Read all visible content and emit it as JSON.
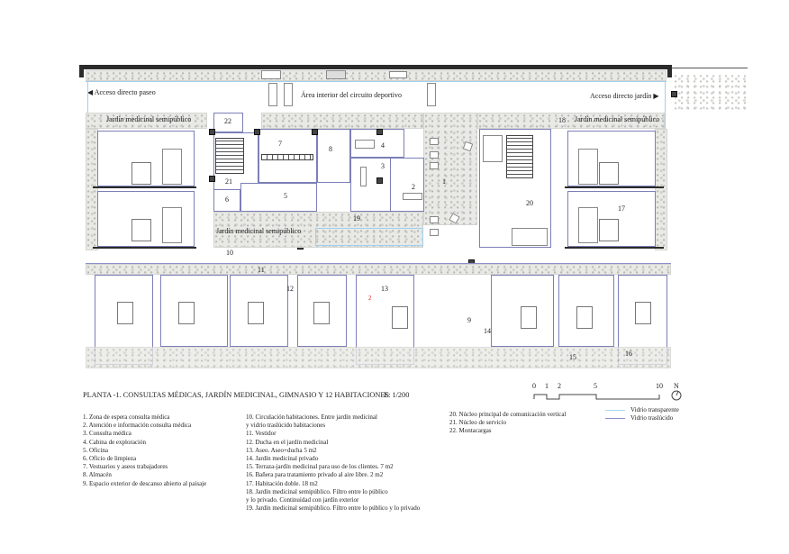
{
  "plan": {
    "areas": {
      "acceso_paseo": "Acceso directo paseo",
      "area_interior": "Área interior del circuito deportivo",
      "acceso_jardin": "Acceso directo jardín",
      "jardin_semipublico_1": "Jardín medicinal semipúblico",
      "jardin_semipublico_2": "Jardín medicinal semipúblico",
      "jardin_semipublico_3": "Jardín medicinal semipúblico"
    },
    "numbers": {
      "n1": "1",
      "n2": "2",
      "n3": "3",
      "n4": "4",
      "n5": "5",
      "n6": "6",
      "n7": "7",
      "n8": "8",
      "n9": "9",
      "n10": "10",
      "n11": "11",
      "n12": "12",
      "n13": "13",
      "n14": "14",
      "n15": "15",
      "n16": "16",
      "n17": "17",
      "n18": "18",
      "n19": "19",
      "n20": "20",
      "n21": "21",
      "n22": "22",
      "n2b": "2"
    }
  },
  "title": {
    "text": "PLANTA -1. CONSULTAS MÉDICAS, JARDÍN MEDICINAL, GIMNASIO Y 12 HABITACIONES",
    "scale": "E: 1/200"
  },
  "scale_bar": {
    "ticks": [
      "0",
      "1",
      "2",
      "5",
      "10"
    ],
    "north": "N"
  },
  "glass_legend": [
    {
      "label": "Vidrio transparente",
      "color": "#a8d8f0"
    },
    {
      "label": "Vidrio traslúcido",
      "color": "#8a8fc8"
    }
  ],
  "legend": {
    "col1": [
      "1. Zona de espera consulta médica",
      "2. Atención e información consulta médica",
      "3. Consulta médica",
      "4. Cabina de exploración",
      "5. Oficina",
      "6. Oficio de limpieza",
      "7. Vestuarios y aseos trabajadores",
      "8. Almacén",
      "9. Espacio exterior de descanso abierto al paisaje"
    ],
    "col2": [
      "10. Circulación habitaciones. Entre jardín medicinal",
      "y vidrio traslúcido habitaciones",
      "11. Vestidor",
      "12. Ducha en el jardín medicinal",
      "13. Aseo. Aseo+ducha 5 m2",
      "14. Jardín medicinal privado",
      "15. Terraza-jardín medicinal para uso de los clientes. 7 m2",
      "16. Bañera para tratamiento privado al aire libre. 2 m2",
      "17. Habitación doble. 18 m2",
      "18. Jardín medicinal semipúblico. Filtro entre lo público",
      "y lo privado. Continuidad con jardín exterior",
      "19. Jardín medicinal  semipúblico. Filtro entre lo público y lo privado"
    ],
    "col3": [
      "20. Núcleo principal de comunicación vertical",
      "21. Núcleo de servicio",
      "22. Montacargas"
    ]
  }
}
